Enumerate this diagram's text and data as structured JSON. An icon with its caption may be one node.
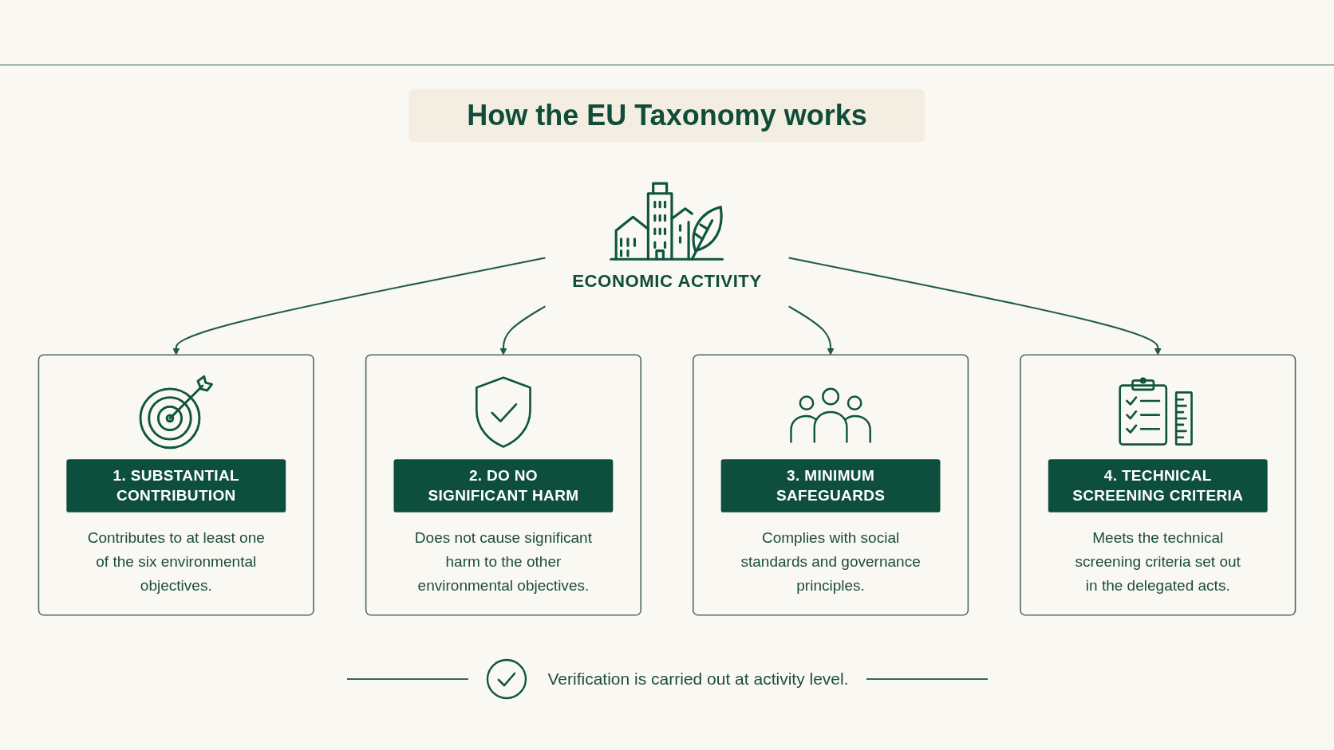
{
  "diagram": {
    "title": "How the EU Taxonomy works",
    "nodes": [
      {
        "text": [
          "ECONOMIC ACTIVITY"
        ]
      },
      {
        "text": [
          "1. SUBSTANTIAL CONTRIBUTION",
          "Contributes to at least one of the six environmental objectives."
        ]
      },
      {
        "text": [
          "2. DO NO SIGNIFICANT HARM",
          "Does not cause significant harm to the other environmental objectives."
        ]
      },
      {
        "text": [
          "3. MINIMUM SAFEGUARDS",
          "Complies with social standards and governance principles."
        ]
      },
      {
        "text": [
          "4. TECHNICAL SCREENING CRITERIA",
          "Meets the technical screening criteria set out in the delegated acts."
        ]
      }
    ],
    "edges": [
      {
        "from": 0,
        "to": 1,
        "arrow": "to"
      },
      {
        "from": 0,
        "to": 2,
        "arrow": "to"
      },
      {
        "from": 0,
        "to": 3,
        "arrow": "to"
      },
      {
        "from": 0,
        "to": 4,
        "arrow": "to"
      }
    ],
    "labels": [
      "Verification is carried out at activity level."
    ]
  }
}
